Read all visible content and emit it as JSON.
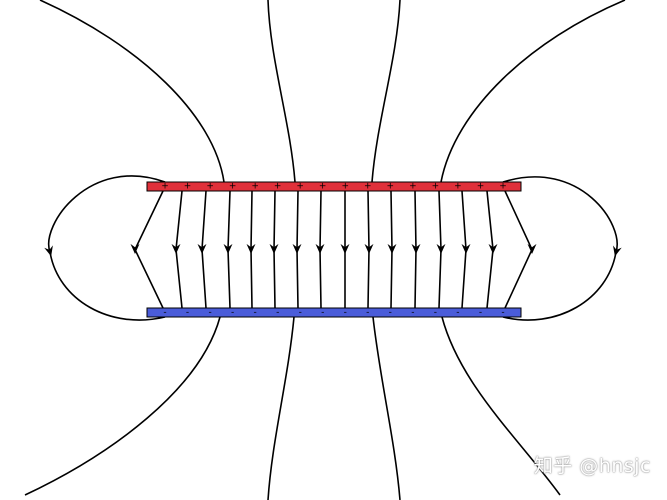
{
  "diagram": {
    "positive_plate": {
      "sign": "+",
      "color": "#e0303a",
      "sign_count": 16
    },
    "negative_plate": {
      "sign": "-",
      "color": "#4a5cd9",
      "sign_count": 16
    },
    "field_line_color": "#000000"
  },
  "watermark": {
    "text": "知乎 @hnsjc"
  }
}
